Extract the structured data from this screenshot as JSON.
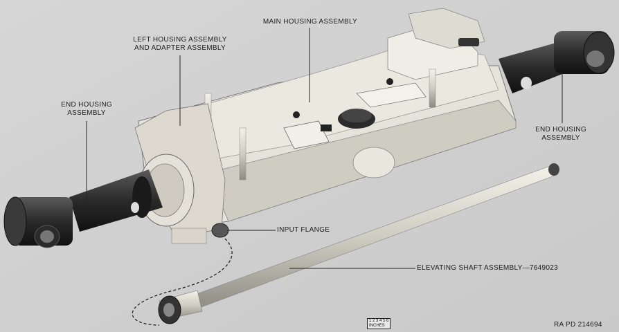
{
  "labels": {
    "main_housing": "MAIN HOUSING ASSEMBLY",
    "left_housing_line1": "LEFT HOUSING ASSEMBLY",
    "left_housing_line2": "AND ADAPTER ASSEMBLY",
    "end_housing_left_line1": "END HOUSING",
    "end_housing_left_line2": "ASSEMBLY",
    "end_housing_right_line1": "END HOUSING",
    "end_housing_right_line2": "ASSEMBLY",
    "input_flange": "INPUT FLANGE",
    "elevating_shaft": "ELEVATING SHAFT ASSEMBLY—7649023",
    "scale_top": "1 2 3 4 5 6",
    "scale_bottom": "INCHES",
    "plate_code": "RA PD 214694"
  }
}
